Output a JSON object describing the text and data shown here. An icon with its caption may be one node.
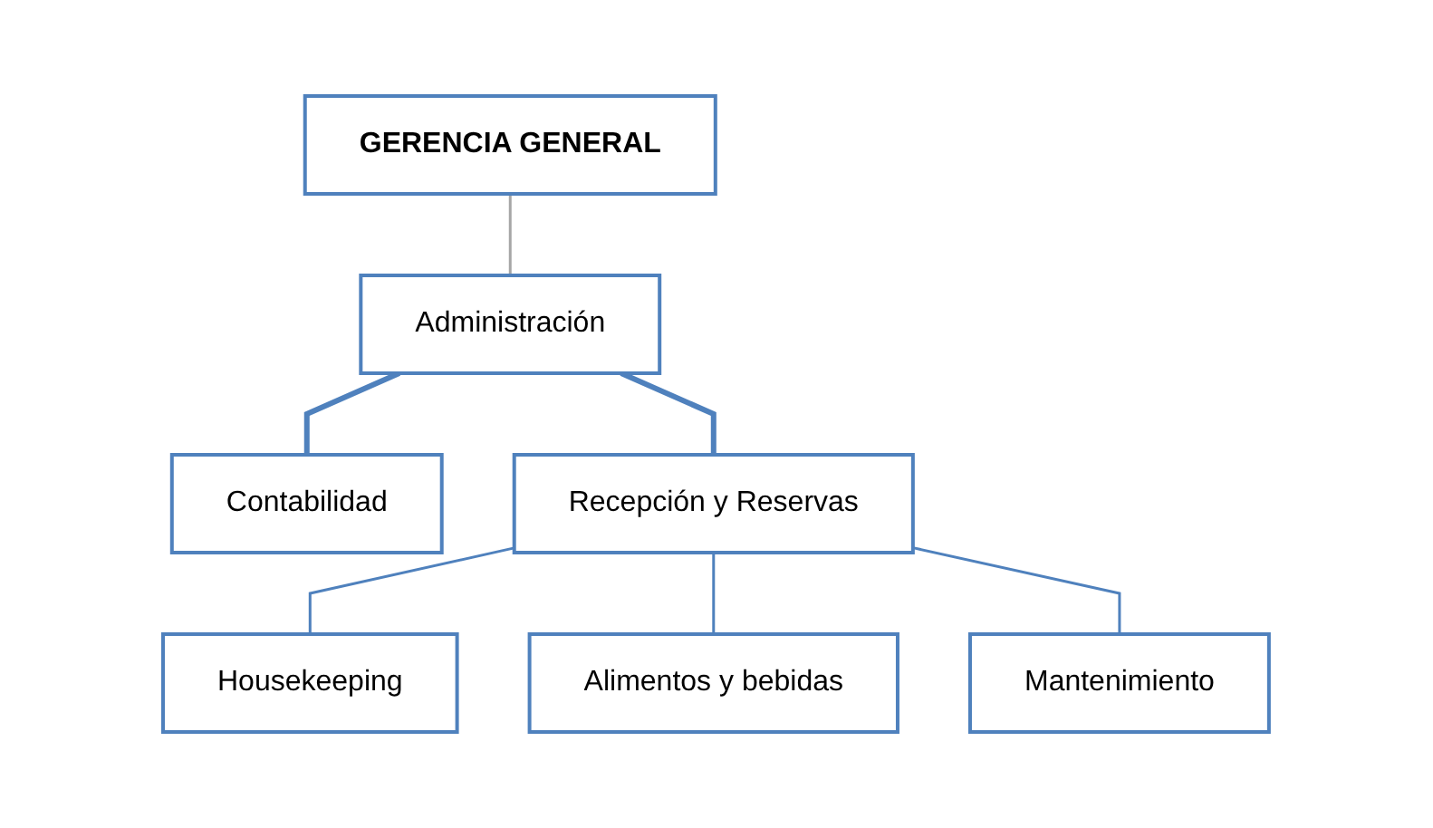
{
  "diagram": {
    "nodes": [
      {
        "text": [
          "GERENCIA GENERAL"
        ]
      },
      {
        "text": [
          "Administración"
        ]
      },
      {
        "text": [
          "Contabilidad"
        ]
      },
      {
        "text": [
          "Recepción y Reservas"
        ]
      },
      {
        "text": [
          "Housekeeping"
        ]
      },
      {
        "text": [
          "Alimentos y bebidas"
        ]
      },
      {
        "text": [
          "Mantenimiento"
        ]
      }
    ],
    "edges": [
      {
        "from": 0,
        "to": 1,
        "arrow": "none",
        "color": "#a6a6a6"
      },
      {
        "from": 1,
        "to": 2,
        "arrow": "none",
        "style": "thick"
      },
      {
        "from": 1,
        "to": 3,
        "arrow": "none",
        "style": "thick"
      },
      {
        "from": 3,
        "to": 4,
        "arrow": "none"
      },
      {
        "from": 3,
        "to": 5,
        "arrow": "none"
      },
      {
        "from": 3,
        "to": 6,
        "arrow": "none"
      }
    ]
  }
}
